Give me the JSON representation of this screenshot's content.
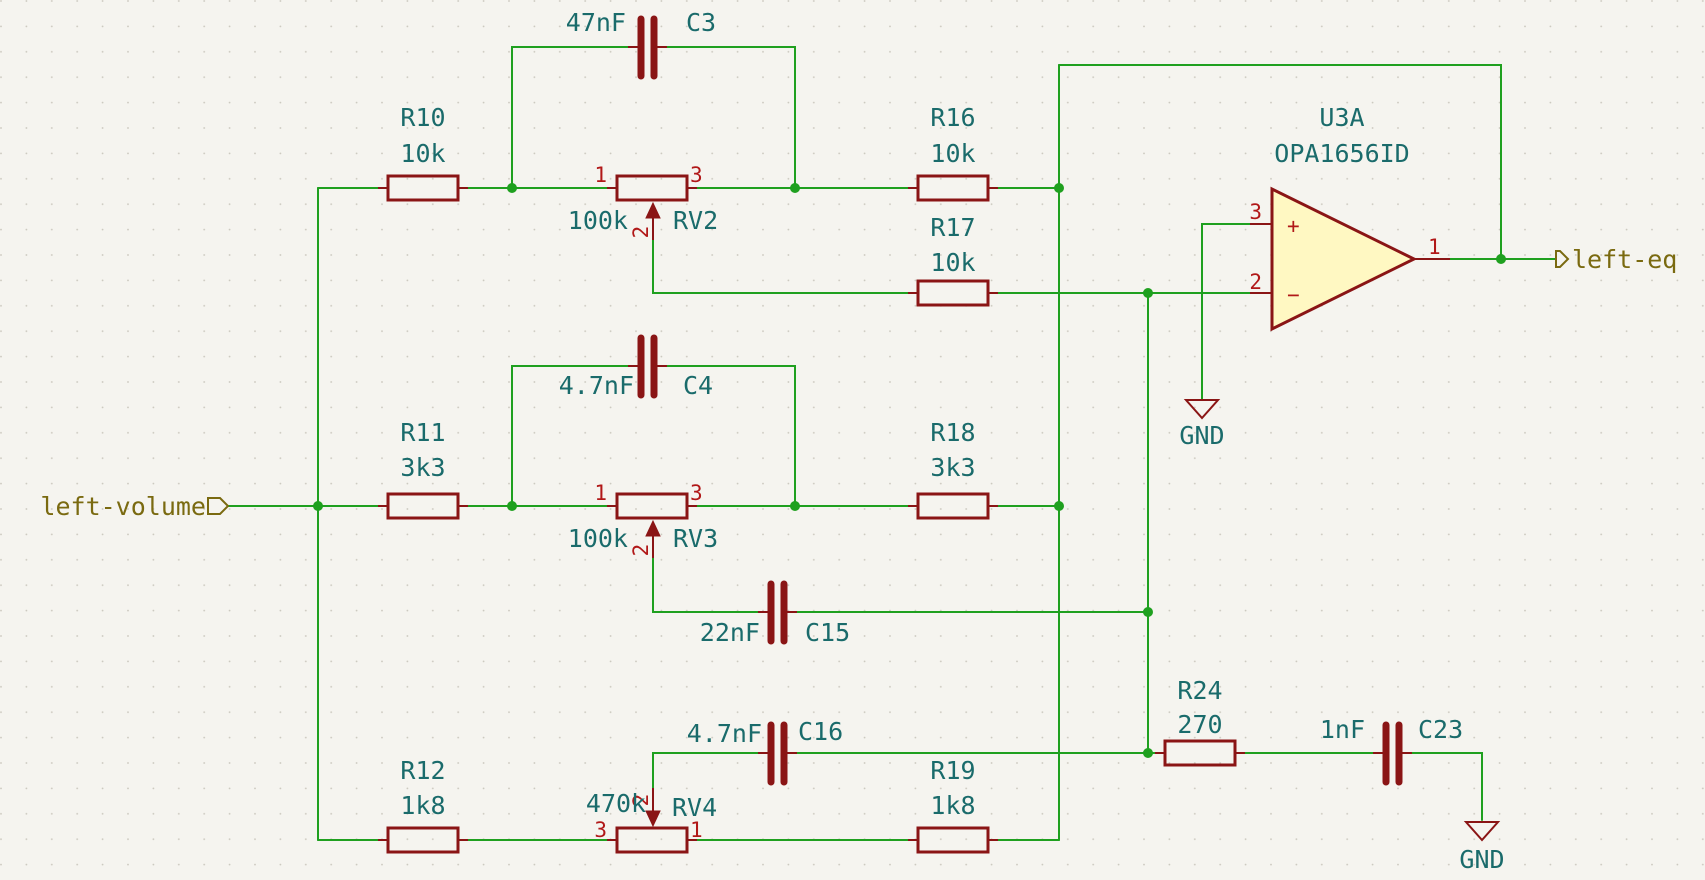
{
  "components": {
    "R10": {
      "ref": "R10",
      "value": "10k"
    },
    "R11": {
      "ref": "R11",
      "value": "3k3"
    },
    "R12": {
      "ref": "R12",
      "value": "1k8"
    },
    "R16": {
      "ref": "R16",
      "value": "10k"
    },
    "R17": {
      "ref": "R17",
      "value": "10k"
    },
    "R18": {
      "ref": "R18",
      "value": "3k3"
    },
    "R19": {
      "ref": "R19",
      "value": "1k8"
    },
    "R24": {
      "ref": "R24",
      "value": "270"
    },
    "C3": {
      "ref": "C3",
      "value": "47nF"
    },
    "C4": {
      "ref": "C4",
      "value": "4.7nF"
    },
    "C15": {
      "ref": "C15",
      "value": "22nF"
    },
    "C16": {
      "ref": "C16",
      "value": "4.7nF"
    },
    "C23": {
      "ref": "C23",
      "value": "1nF"
    },
    "RV2": {
      "ref": "RV2",
      "value": "100k"
    },
    "RV3": {
      "ref": "RV3",
      "value": "100k"
    },
    "RV4": {
      "ref": "RV4",
      "value": "470k"
    },
    "U3A": {
      "ref": "U3A",
      "value": "OPA1656ID"
    }
  },
  "pins": {
    "p1": "1",
    "p2": "2",
    "p3": "3",
    "plus": "+",
    "minus": "−"
  },
  "nets": {
    "input": "left-volume",
    "output": "left-eq",
    "gnd1": "GND",
    "gnd2": "GND"
  }
}
